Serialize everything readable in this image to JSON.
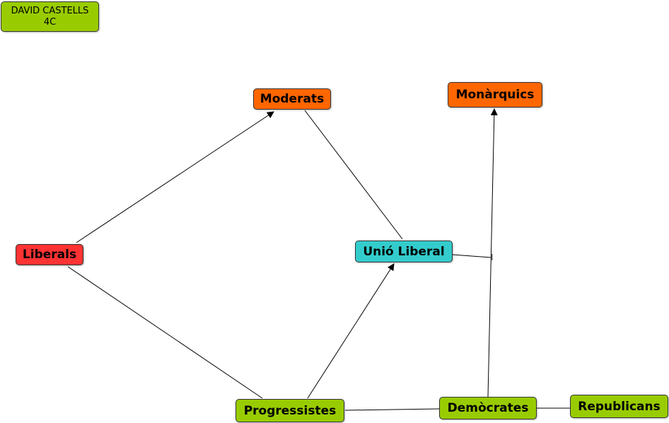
{
  "author": {
    "line1": "DAVID CASTELLS",
    "line2": "4C",
    "color": "#99cc00"
  },
  "colors": {
    "green": "#99cc00",
    "orange": "#ff6600",
    "red": "#ff3333",
    "teal": "#33cccc",
    "line": "#000000"
  },
  "nodes": {
    "moderats": "Moderats",
    "monarquics": "Monàrquics",
    "liberals": "Liberals",
    "unio_liberal": "Unió Liberal",
    "progressistes": "Progressistes",
    "democrates": "Demòcrates",
    "republicans": "Republicans"
  },
  "link_label": "I"
}
